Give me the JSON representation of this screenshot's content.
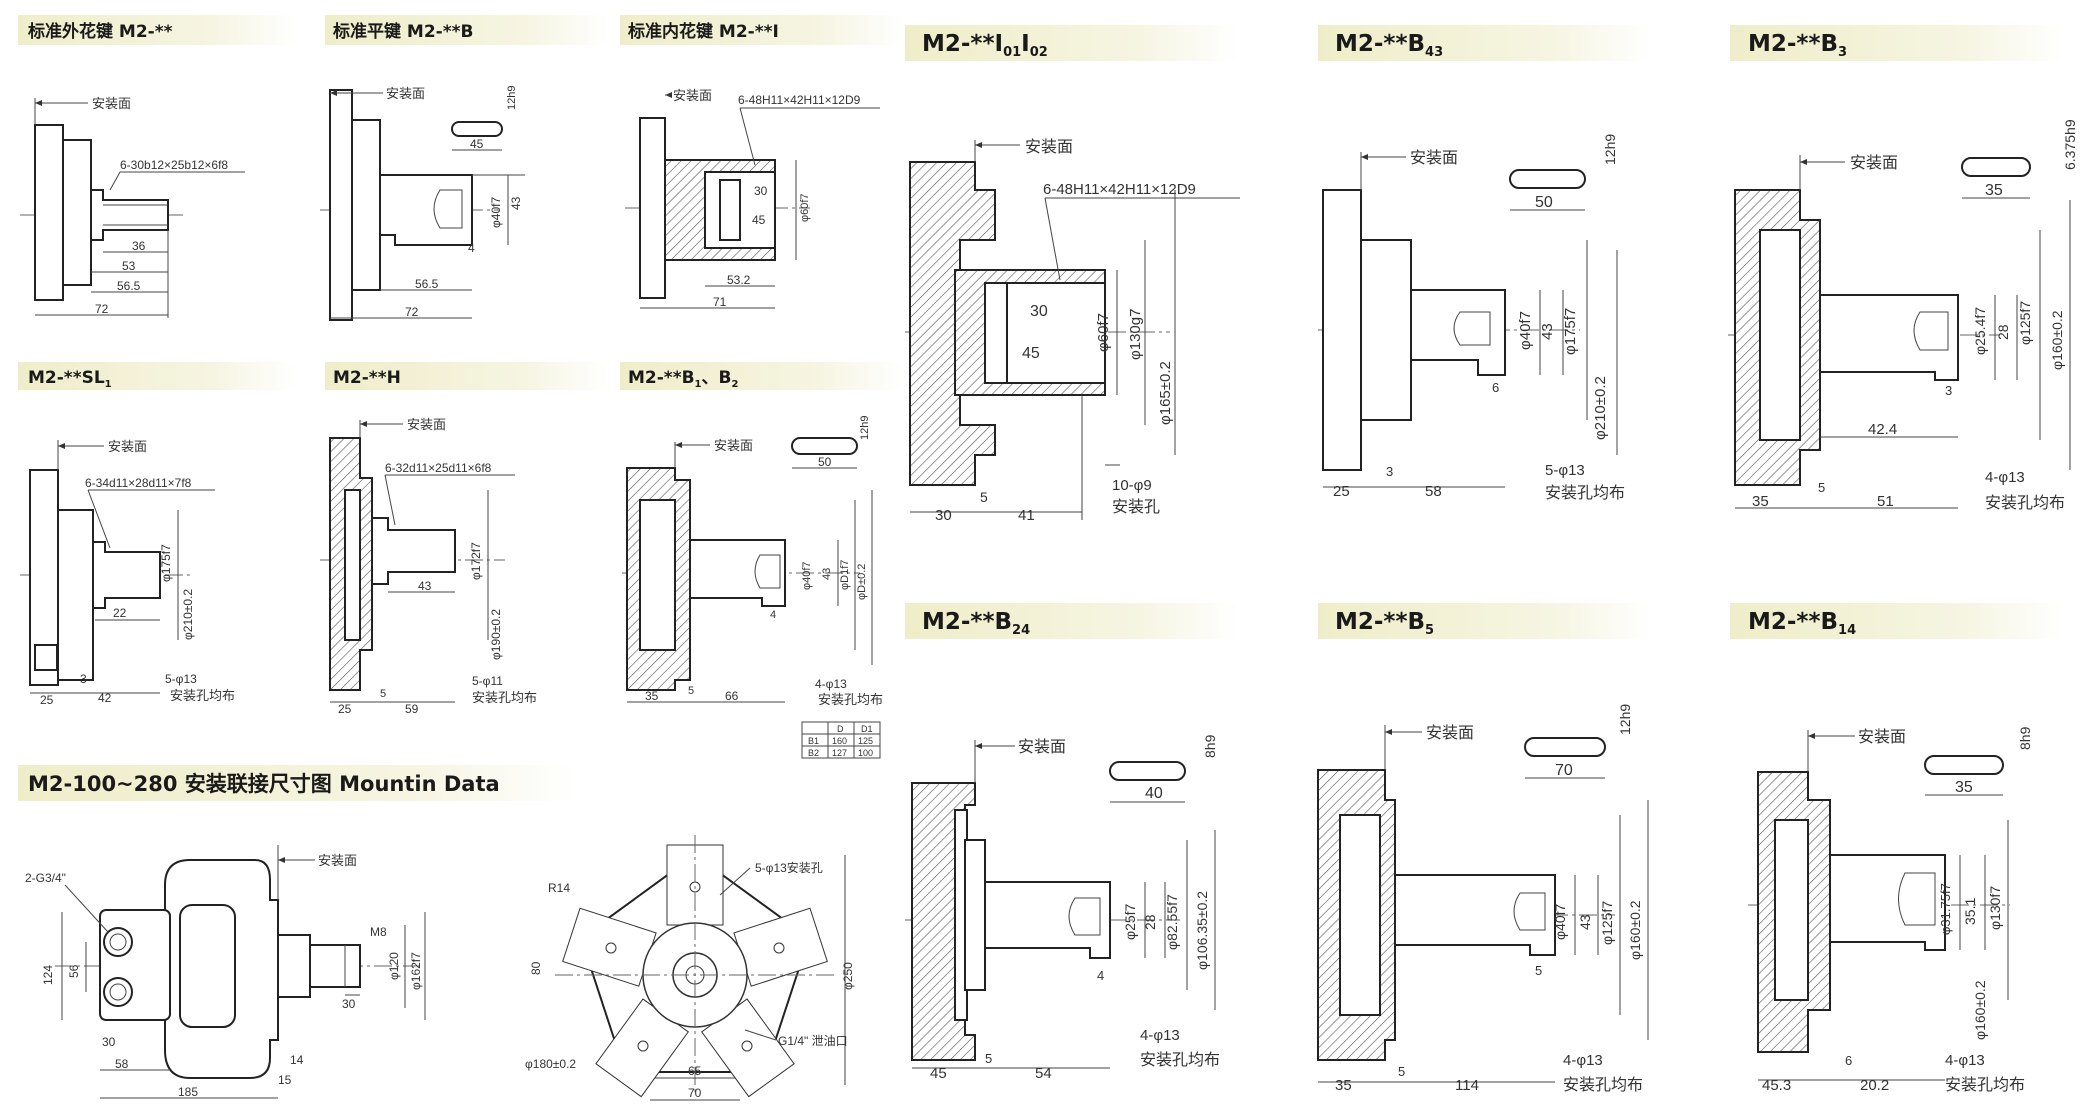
{
  "colors": {
    "header_band": "#f4f2d8",
    "line": "#2b2b2b",
    "background": "#ffffff"
  },
  "common": {
    "mount_face": "安装面",
    "holes_even": "安装孔均布",
    "holes": "安装孔"
  },
  "panels": [
    {
      "id": "std-spline",
      "title": "标准外花键 M2-**",
      "dims": {
        "spline": "6-30b12×25b12×6f8",
        "d1": "36",
        "d2": "53",
        "d3": "56.5",
        "d4": "72"
      }
    },
    {
      "id": "std-flat",
      "title": "标准平键 M2-**B",
      "dims": {
        "key_w": "12h9",
        "key_l": "45",
        "shaft": "φ40f7",
        "h": "43",
        "s": "4",
        "l1": "56.5",
        "l2": "72"
      }
    },
    {
      "id": "std-inner",
      "title": "标准内花键 M2-**I",
      "dims": {
        "spline": "6-48H11×42H11×12D9",
        "a": "30",
        "b": "45",
        "shaft": "φ60f7",
        "c": "53.2",
        "d": "71"
      }
    },
    {
      "id": "i01i02",
      "title_main": "M2-**I",
      "sub1": "01",
      "mid": "I",
      "sub2": "02",
      "dims": {
        "spline": "6-48H11×42H11×12D9",
        "a": "30",
        "b": "45",
        "d1": "φ60f7",
        "d2": "φ130g7",
        "d3": "φ165±0.2",
        "holes": "10-φ9",
        "l1": "30",
        "l2": "5",
        "l3": "41"
      }
    },
    {
      "id": "b43",
      "title_main": "M2-**B",
      "sub": "43",
      "dims": {
        "key_w": "12h9",
        "key_l": "50",
        "shaft": "φ40f7",
        "h": "43",
        "pilot": "φ175f7",
        "pcd": "φ210±0.2",
        "s": "6",
        "t": "3",
        "holes": "5-φ13",
        "l1": "25",
        "l2": "58"
      }
    },
    {
      "id": "b3",
      "title_main": "M2-**B",
      "sub": "3",
      "dims": {
        "key_w": "6.375h9",
        "key_l": "35",
        "shaft": "φ25.4f7",
        "h": "28",
        "pilot": "φ125f7",
        "pcd": "φ160±0.2",
        "s": "3",
        "len": "42.4",
        "holes": "4-φ13",
        "l1": "35",
        "l2": "5",
        "l3": "51"
      }
    },
    {
      "id": "sl1",
      "title_main": "M2-**SL",
      "sub": "1",
      "dims": {
        "spline": "6-34d11×28d11×7f8",
        "pilot": "φ175f7",
        "pcd": "φ210±0.2",
        "len": "22",
        "t": "3",
        "holes": "5-φ13",
        "l1": "25",
        "l2": "42"
      }
    },
    {
      "id": "h",
      "title": "M2-**H",
      "dims": {
        "spline": "6-32d11×25d11×6f8",
        "pilot": "φ172f7",
        "len": "43",
        "pcd": "φ190±0.2",
        "holes": "5-φ11",
        "l1": "25",
        "l2": "5",
        "l3": "59"
      }
    },
    {
      "id": "b1b2",
      "title": "M2-**B",
      "sub1": "1",
      "sep": "、B",
      "sub2": "2",
      "dims": {
        "key_w": "12h9",
        "key_l": "50",
        "shaft": "φ40f7",
        "h": "43",
        "d1": "φD1f7",
        "pcd": "φD±0.2",
        "s": "4",
        "holes": "4-φ13",
        "l1": "35",
        "l2": "5",
        "l3": "66"
      },
      "table": {
        "headers": [
          "",
          "D",
          "D1"
        ],
        "rows": [
          [
            "B1",
            "160",
            "125"
          ],
          [
            "B2",
            "127",
            "100"
          ]
        ]
      }
    },
    {
      "id": "b24",
      "title_main": "M2-**B",
      "sub": "24",
      "dims": {
        "key_w": "8h9",
        "key_l": "40",
        "shaft": "φ25f7",
        "h": "28",
        "pilot": "φ82.55f7",
        "pcd": "φ106.35±0.2",
        "s": "4",
        "holes": "4-φ13",
        "l1": "45",
        "l2": "5",
        "l3": "54"
      }
    },
    {
      "id": "b5",
      "title_main": "M2-**B",
      "sub": "5",
      "dims": {
        "key_w": "12h9",
        "key_l": "70",
        "shaft": "φ40f7",
        "h": "43",
        "pilot": "φ125f7",
        "pcd": "φ160±0.2",
        "s": "5",
        "holes": "4-φ13",
        "l1": "35",
        "l2": "5",
        "l3": "114"
      }
    },
    {
      "id": "b14",
      "title_main": "M2-**B",
      "sub": "14",
      "dims": {
        "key_w": "8h9",
        "key_l": "35",
        "shaft": "φ31.75f7",
        "h": "35.1",
        "pilot": "φ130f7",
        "pcd": "φ160±0.2",
        "s": "6",
        "holes": "4-φ13",
        "l1": "45.3",
        "l2": "20.2"
      }
    },
    {
      "id": "mount",
      "title": "M2-100~280 安装联接尺寸图  Mountin Data",
      "dims": {
        "ports": "2-G3/4\"",
        "m8": "M8",
        "d120": "φ120",
        "d162": "φ162f7",
        "h124": "124",
        "h56": "56",
        "s30a": "30",
        "s30b": "30",
        "l58": "58",
        "l185": "185",
        "l14": "14",
        "l15": "15",
        "r14": "R14",
        "bolt": "5-φ13安装孔",
        "h80": "80",
        "d250": "φ250",
        "pcd180": "φ180±0.2",
        "drain": "G1/4\" 泄油口",
        "l65": "65",
        "l70": "70"
      }
    }
  ]
}
